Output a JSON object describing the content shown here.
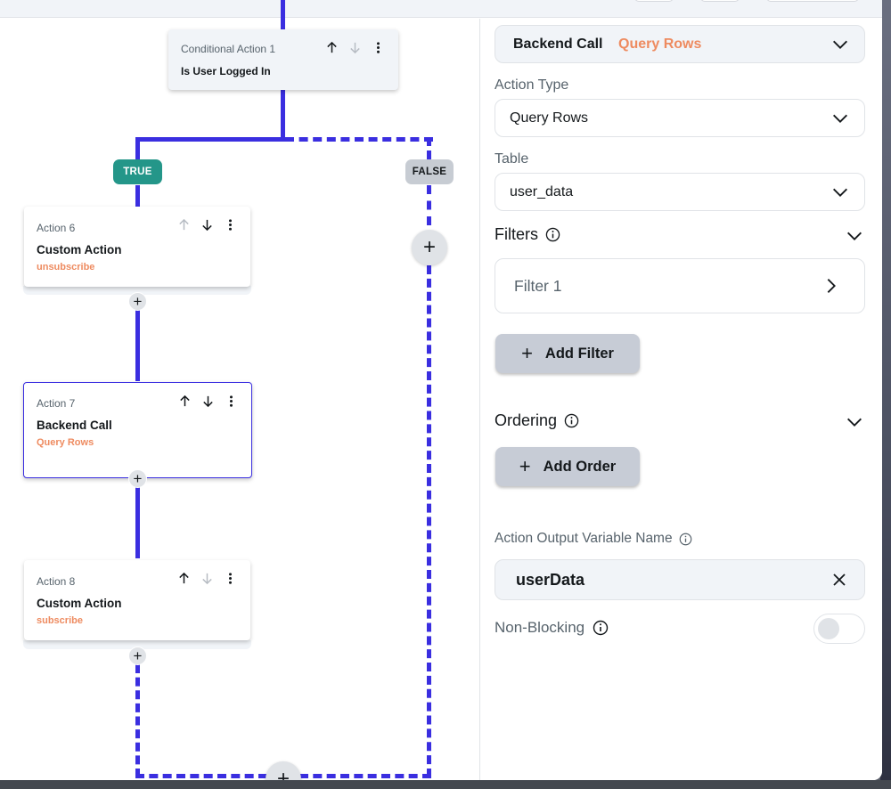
{
  "canvas": {
    "conditional": {
      "kicker": "Conditional Action 1",
      "title": "Is User Logged In"
    },
    "branches": {
      "true_label": "TRUE",
      "false_label": "FALSE"
    },
    "actions": [
      {
        "kicker": "Action 6",
        "title": "Custom Action",
        "subtitle": "unsubscribe"
      },
      {
        "kicker": "Action 7",
        "title": "Backend Call",
        "subtitle": "Query Rows"
      },
      {
        "kicker": "Action 8",
        "title": "Custom Action",
        "subtitle": "subscribe"
      }
    ],
    "plus_glyph": "+"
  },
  "panel": {
    "header": {
      "label": "Backend Call",
      "value": "Query Rows"
    },
    "action_type": {
      "label": "Action Type",
      "value": "Query Rows"
    },
    "table": {
      "label": "Table",
      "value": "user_data"
    },
    "filters": {
      "label": "Filters",
      "items": [
        "Filter 1"
      ],
      "add_label": "Add Filter"
    },
    "ordering": {
      "label": "Ordering",
      "add_label": "Add Order"
    },
    "output_var": {
      "label": "Action Output Variable Name",
      "value": "userData"
    },
    "non_blocking": {
      "label": "Non-Blocking",
      "enabled": false
    }
  },
  "colors": {
    "accent": "#3a2ee0",
    "true_badge": "#249689",
    "subtitle_orange": "#ee8b60"
  }
}
